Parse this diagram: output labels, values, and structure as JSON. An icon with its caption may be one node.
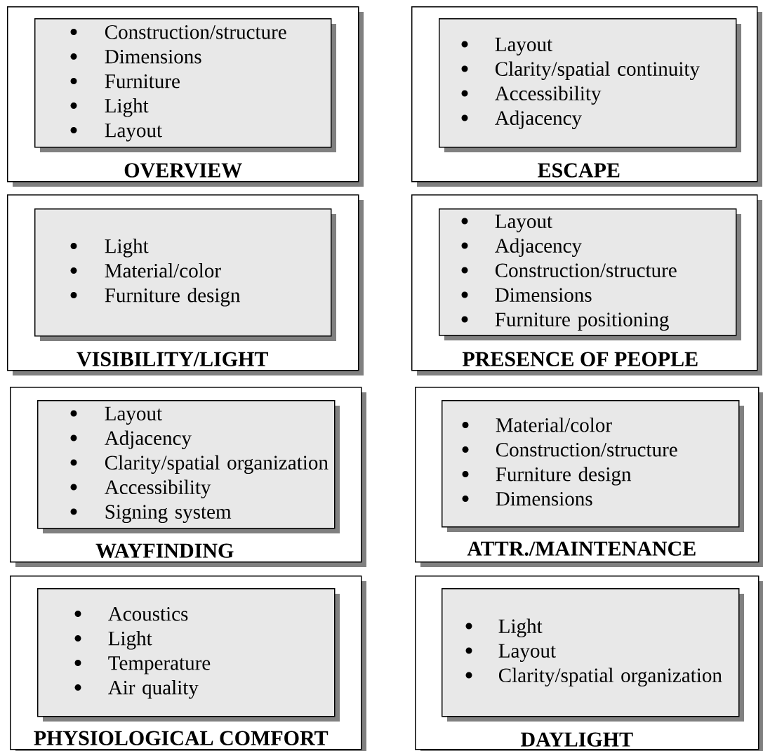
{
  "diagram": {
    "nodes": [
      {
        "text": [
          "OVERVIEW"
        ]
      },
      {
        "text": [
          "Construction/structure",
          "Dimensions",
          "Furniture",
          "Light",
          "Layout"
        ],
        "in": 0
      },
      {
        "text": [
          "ESCAPE"
        ]
      },
      {
        "text": [
          "Layout",
          "Clarity/spatial continuity",
          "Accessibility",
          "Adjacency"
        ],
        "in": 2
      },
      {
        "text": [
          "VISIBILITY/LIGHT"
        ]
      },
      {
        "text": [
          "Light",
          "Material/color",
          "Furniture design"
        ],
        "in": 4
      },
      {
        "text": [
          "PRESENCE OF PEOPLE"
        ]
      },
      {
        "text": [
          "Layout",
          "Adjacency",
          "Construction/structure",
          "Dimensions",
          "Furniture positioning"
        ],
        "in": 6
      },
      {
        "text": [
          "WAYFINDING"
        ]
      },
      {
        "text": [
          "Layout",
          "Adjacency",
          "Clarity/spatial organization",
          "Accessibility",
          "Signing system"
        ],
        "in": 8
      },
      {
        "text": [
          "ATTR./MAINTENANCE"
        ]
      },
      {
        "text": [
          "Material/color",
          "Construction/structure",
          "Furniture design",
          "Dimensions"
        ],
        "in": 10
      },
      {
        "text": [
          "PHYSIOLOGICAL COMFORT"
        ]
      },
      {
        "text": [
          "Acoustics",
          "Light",
          "Temperature",
          "Air quality"
        ],
        "in": 12
      },
      {
        "text": [
          "DAYLIGHT"
        ]
      },
      {
        "text": [
          "Light",
          "Layout",
          "Clarity/spatial organization"
        ],
        "in": 14
      }
    ]
  }
}
